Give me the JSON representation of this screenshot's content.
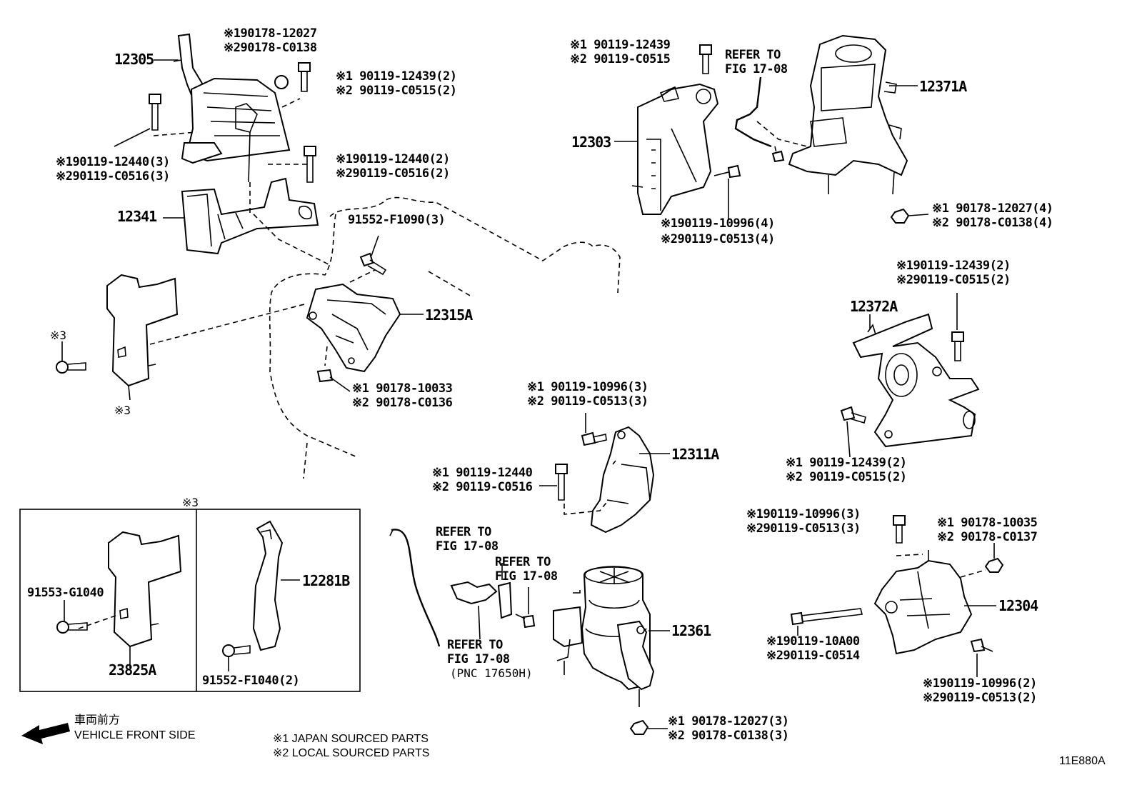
{
  "diagram_id": "11E880A",
  "legend": {
    "vehicle_front_jp": "車両前方",
    "vehicle_front_en": "VEHICLE FRONT SIDE",
    "note1": "※1  JAPAN SOURCED PARTS",
    "note2": "※2  LOCAL SOURCED PARTS"
  },
  "box_marker": "※3",
  "marker3a": "※3",
  "marker3b": "※3",
  "parts": {
    "p12305": "12305",
    "p12341": "12341",
    "p12315A": "12315A",
    "p12303": "12303",
    "p12371A": "12371A",
    "p12372A": "12372A",
    "p12311A": "12311A",
    "p12304": "12304",
    "p12361": "12361",
    "p12281B": "12281B",
    "p23825A": "23825A"
  },
  "labels": {
    "a1": "※190178-12027",
    "a2": "※290178-C0138",
    "b1": "※1 90119-12439(2)",
    "b2": "※2 90119-C0515(2)",
    "c1": "※190119-12440(3)",
    "c2": "※290119-C0516(3)",
    "d1": "※190119-12440(2)",
    "d2": "※290119-C0516(2)",
    "e1": "91552-F1090(3)",
    "f1": "※1 90178-10033",
    "f2": "※2 90178-C0136",
    "g1": "※1 90119-12439",
    "g2": "※2 90119-C0515",
    "h1": "REFER TO",
    "h2": "FIG 17-08",
    "i1": "※190119-10996(4)",
    "i2": "※290119-C0513(4)",
    "j1": "※1 90178-12027(4)",
    "j2": "※2 90178-C0138(4)",
    "k1": "※190119-12439(2)",
    "k2": "※290119-C0515(2)",
    "l1": "※1 90119-12439(2)",
    "l2": "※2 90119-C0515(2)",
    "m1": "※1 90119-10996(3)",
    "m2": "※2 90119-C0513(3)",
    "n1": "※1 90119-12440",
    "n2": "※2 90119-C0516",
    "o1": "REFER TO",
    "o2": "FIG 17-08",
    "p1": "REFER TO",
    "p2": "FIG 17-08",
    "q1": "REFER TO",
    "q2": "FIG 17-08",
    "q3": "(PNC 17650H)",
    "r1": "※1 90178-12027(3)",
    "r2": "※2 90178-C0138(3)",
    "s1": "※190119-10996(3)",
    "s2": "※290119-C0513(3)",
    "t1": "※1 90178-10035",
    "t2": "※2 90178-C0137",
    "u1": "※190119-10A00",
    "u2": "※290119-C0514",
    "v1": "※190119-10996(2)",
    "v2": "※290119-C0513(2)",
    "w1": "91553-G1040",
    "x1": "91552-F1040(2)"
  }
}
